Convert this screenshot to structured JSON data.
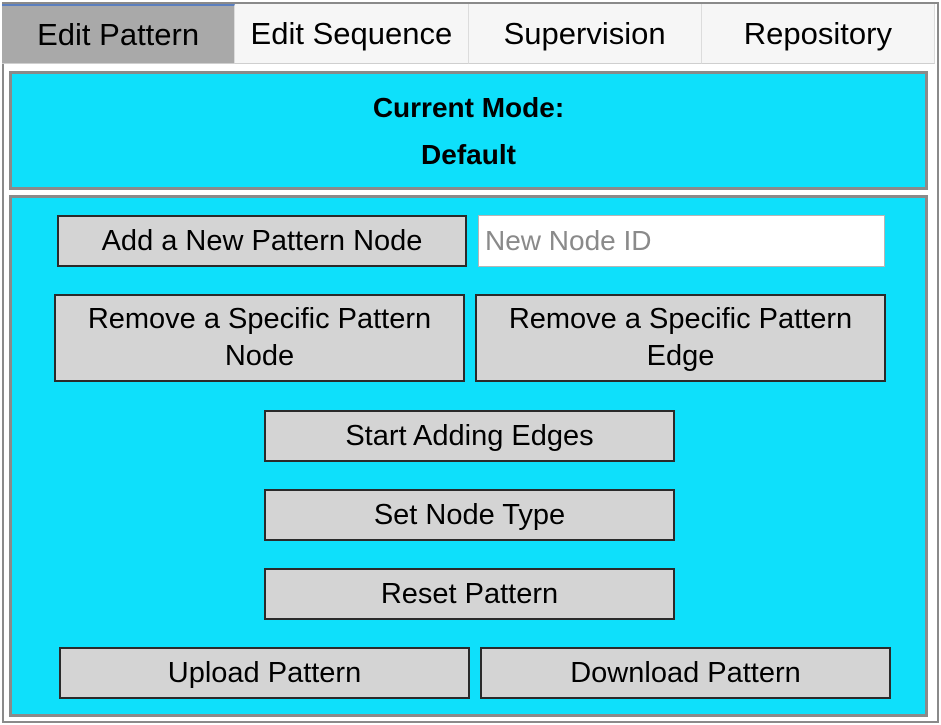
{
  "tabs": [
    {
      "label": "Edit Pattern",
      "active": true
    },
    {
      "label": "Edit Sequence",
      "active": false
    },
    {
      "label": "Supervision",
      "active": false
    },
    {
      "label": "Repository",
      "active": false
    }
  ],
  "mode": {
    "heading": "Current Mode:",
    "value": "Default"
  },
  "controls": {
    "add_node_label": "Add a New Pattern Node",
    "new_node_id_placeholder": "New Node ID",
    "new_node_id_value": "",
    "remove_node_label_line1": "Remove a Specific Pattern",
    "remove_node_label_line2": "Node",
    "remove_edge_label_line1": "Remove a Specific Pattern",
    "remove_edge_label_line2": "Edge",
    "start_edges_label": "Start Adding Edges",
    "set_node_type_label": "Set Node Type",
    "reset_pattern_label": "Reset Pattern",
    "upload_pattern_label": "Upload Pattern",
    "download_pattern_label": "Download Pattern"
  },
  "colors": {
    "panel_background": "#0ee0fb",
    "button_background": "#d4d4d4",
    "active_tab_background": "#a9a9a9"
  }
}
